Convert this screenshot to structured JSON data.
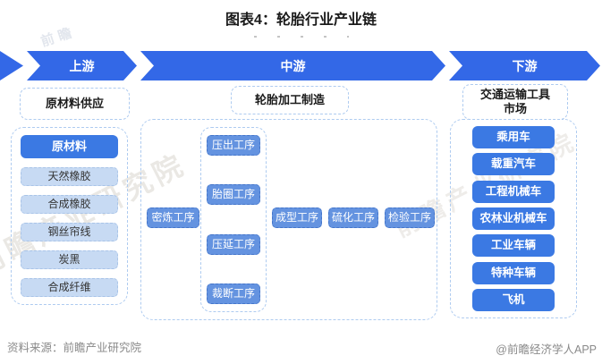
{
  "title": "图表4：轮胎行业产业链",
  "banner": {
    "segments": [
      {
        "label": "上游"
      },
      {
        "label": "中游"
      },
      {
        "label": "下游"
      }
    ]
  },
  "upstream": {
    "header": "原材料供应",
    "highlight": "原材料",
    "items": [
      "天然橡胶",
      "合成橡胶",
      "钢丝帘线",
      "炭黑",
      "合成纤维"
    ]
  },
  "midstream": {
    "header": "轮胎加工制造",
    "first_step": "密炼工序",
    "sub_steps": [
      "压出工序",
      "胎圈工序",
      "压延工序",
      "裁断工序"
    ],
    "final_steps": [
      "成型工序",
      "硫化工序",
      "检验工序"
    ]
  },
  "downstream": {
    "header_lines": [
      "交通运输工具",
      "市场"
    ],
    "items": [
      "乘用车",
      "载重汽车",
      "工程机械车",
      "农林业机械车",
      "工业车辆",
      "特种车辆",
      "飞机"
    ]
  },
  "footer": {
    "source": "资料来源：前瞻产业研究院",
    "credit": "@前瞻经济学人APP"
  },
  "watermark": {
    "brand": "前瞻产业研究院",
    "short": "前瞻"
  },
  "colors": {
    "banner_blue": "#3368E7",
    "solid_blue": "#3B79E3",
    "process_blue": "#6493E0",
    "light_fill": "#C7DAF3",
    "light_border": "#A9C4E8",
    "container_border": "#AECBF0",
    "text_dark": "#1A1A1A",
    "footer_gray": "#8A8A8A"
  }
}
